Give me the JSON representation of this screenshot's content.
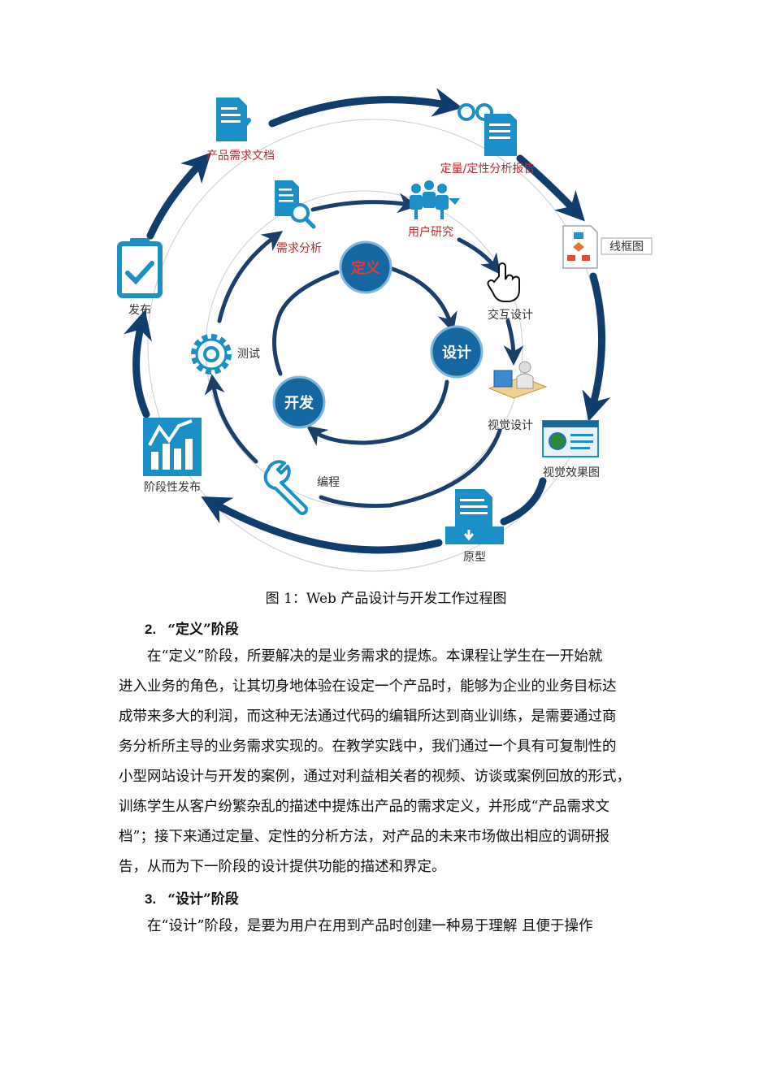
{
  "figure": {
    "outer_labels": {
      "prd": "产品需求文档",
      "report": "定量/定性分析报告",
      "wireframe": "线框图",
      "mockup": "视觉效果图",
      "prototype": "原型",
      "beta": "阶段性发布",
      "release": "发布"
    },
    "middle_labels": {
      "req_analysis": "需求分析",
      "user_research": "用户研究",
      "interaction": "交互设计",
      "visual": "视觉设计",
      "coding": "编程",
      "testing": "测试"
    },
    "hubs": {
      "define": "定义",
      "design": "设计",
      "develop": "开发"
    },
    "colors": {
      "navy": "#0f3d6e",
      "blue": "#1a8fc8",
      "dark_blue": "#1467a0",
      "red": "#c0282e"
    }
  },
  "caption": "图 1：Web 产品设计与开发工作过程图",
  "section2": {
    "number": "2.",
    "title": "“定义”阶段",
    "lines": [
      "在“定义”阶段，所要解决的是业务需求的提炼。本课程让学生在一开始就",
      "进入业务的角色，让其切身地体验在设定一个产品时，能够为企业的业务目标达",
      "成带来多大的利润，而这种无法通过代码的编辑所达到商业训练，是需要通过商",
      "务分析所主导的业务需求实现的。在教学实践中，我们通过一个具有可复制性的",
      "小型网站设计与开发的案例，通过对利益相关者的视频、访谈或案例回放的形式，",
      "训练学生从客户纷繁杂乱的描述中提炼出产品的需求定义，并形成“产品需求文",
      "档”；接下来通过定量、定性的分析方法，对产品的未来市场做出相应的调研报",
      "告，从而为下一阶段的设计提供功能的描述和界定。"
    ]
  },
  "section3": {
    "number": "3.",
    "title": "“设计”阶段",
    "lines": [
      "在“设计”阶段，是要为用户在用到产品时创建一种易于理解 且便于操作"
    ]
  }
}
